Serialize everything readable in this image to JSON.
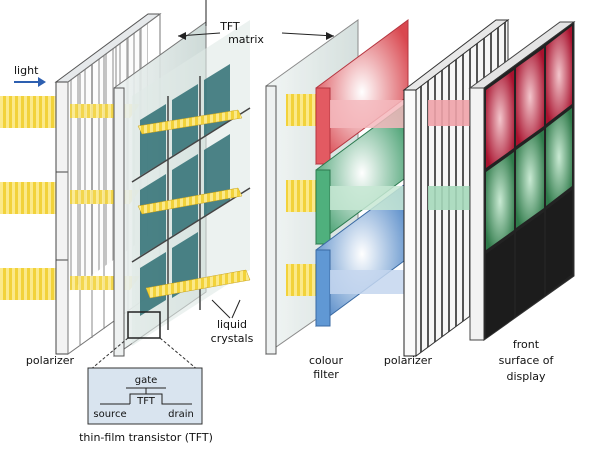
{
  "labels": {
    "light": "light",
    "tft_matrix_line1": "TFT",
    "tft_matrix_line2": "matrix",
    "liquid_line1": "liquid",
    "liquid_line2": "crystals",
    "polarizer_left": "polarizer",
    "colour_line1": "colour",
    "colour_line2": "filter",
    "polarizer_right": "polarizer",
    "front_line1": "front",
    "front_line2": "surface of",
    "front_line3": "display",
    "inset_gate": "gate",
    "inset_tft": "TFT",
    "inset_source": "source",
    "inset_drain": "drain",
    "inset_caption": "thin-film transistor (TFT)"
  },
  "colors": {
    "light_beam": "#f2d23a",
    "red": "#d9474f",
    "green": "#3f9c6b",
    "blue": "#4f86c6",
    "front_red": "#a8122e",
    "front_green": "#2f7a4a",
    "front_black": "#1c1c1c",
    "inset_bg": "#d9e4ef",
    "arrow": "#2d5fb0"
  }
}
